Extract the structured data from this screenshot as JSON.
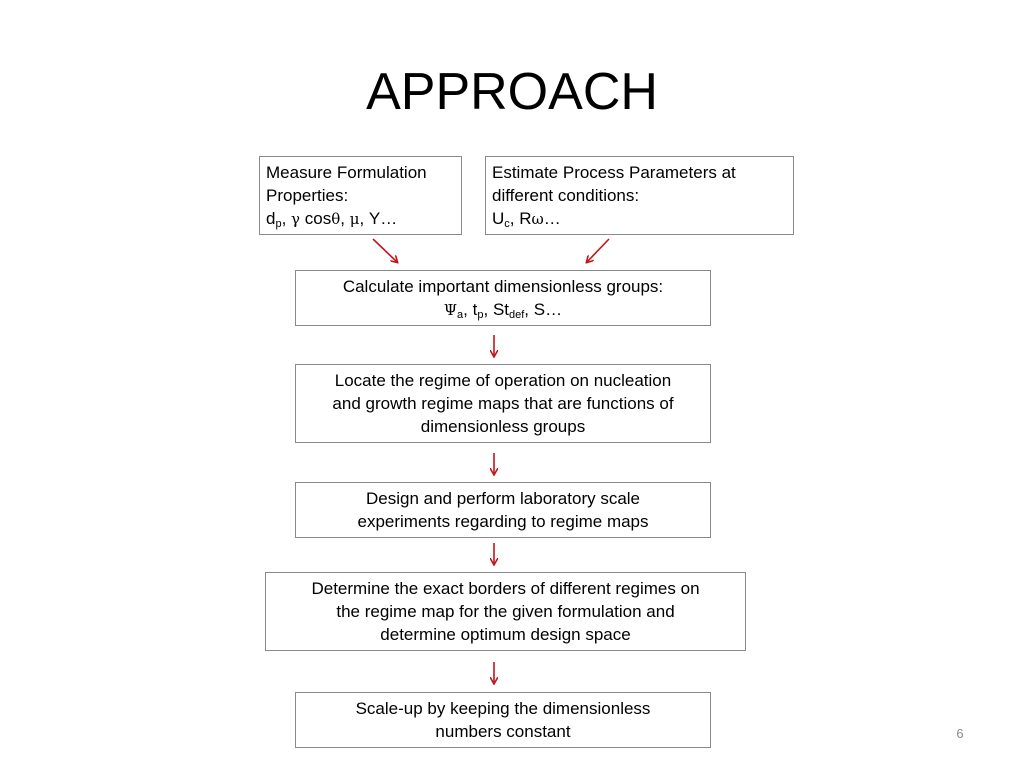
{
  "title": "APPROACH",
  "page_number": "6",
  "colors": {
    "arrow": "#c0151b",
    "box_border": "#8a8a8a"
  },
  "boxes": {
    "measure": {
      "line1": "Measure Formulation",
      "line2": "Properties:",
      "d": "d",
      "d_sub": "p",
      "gamma": "γ",
      "cos": "cos",
      "theta": "θ",
      "mu": "μ",
      "rest": "Y…"
    },
    "estimate": {
      "line1": "Estimate Process Parameters at",
      "line2": "different conditions:",
      "u": "U",
      "u_sub": "c",
      "r": "R",
      "omega": "ω",
      "rest": "…"
    },
    "calculate": {
      "line1": "Calculate important  dimensionless groups:",
      "psi": "Ψ",
      "psi_sub": "a",
      "t": "t",
      "t_sub": "p",
      "st": "St",
      "st_sub": "def",
      "rest": "S…"
    },
    "locate": {
      "line1": "Locate the regime of operation on nucleation",
      "line2": "and growth regime maps that are functions of",
      "line3": "dimensionless groups"
    },
    "design": {
      "line1": "Design and perform laboratory scale",
      "line2": "experiments regarding to regime maps"
    },
    "determine": {
      "line1": "Determine the exact borders of different regimes on",
      "line2": "the regime map for the given formulation  and",
      "line3": "determine optimum design space"
    },
    "scaleup": {
      "line1": "Scale-up by keeping the dimensionless",
      "line2": "numbers constant"
    }
  }
}
